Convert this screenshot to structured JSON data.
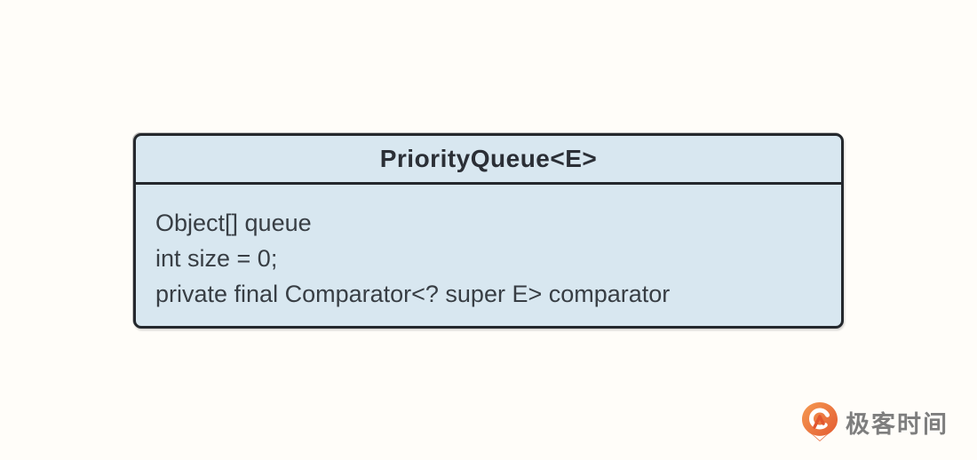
{
  "diagram": {
    "type": "uml-class",
    "class_name": "PriorityQueue<E>",
    "attributes": [
      "Object[] queue",
      "int size = 0;",
      "private final Comparator<? super E> comparator"
    ]
  },
  "watermark": {
    "brand": "极客时间",
    "icon": "geektime-q-pin-icon"
  },
  "colors": {
    "background": "#FFFDF9",
    "box_fill": "#D8E7F0",
    "box_border": "#24282D",
    "title_text": "#2B2F36",
    "body_text": "#383E44",
    "brand_orange": "#EE7C3C",
    "brand_orange_dark": "#E2562F",
    "brand_text": "#7E7E7E"
  }
}
